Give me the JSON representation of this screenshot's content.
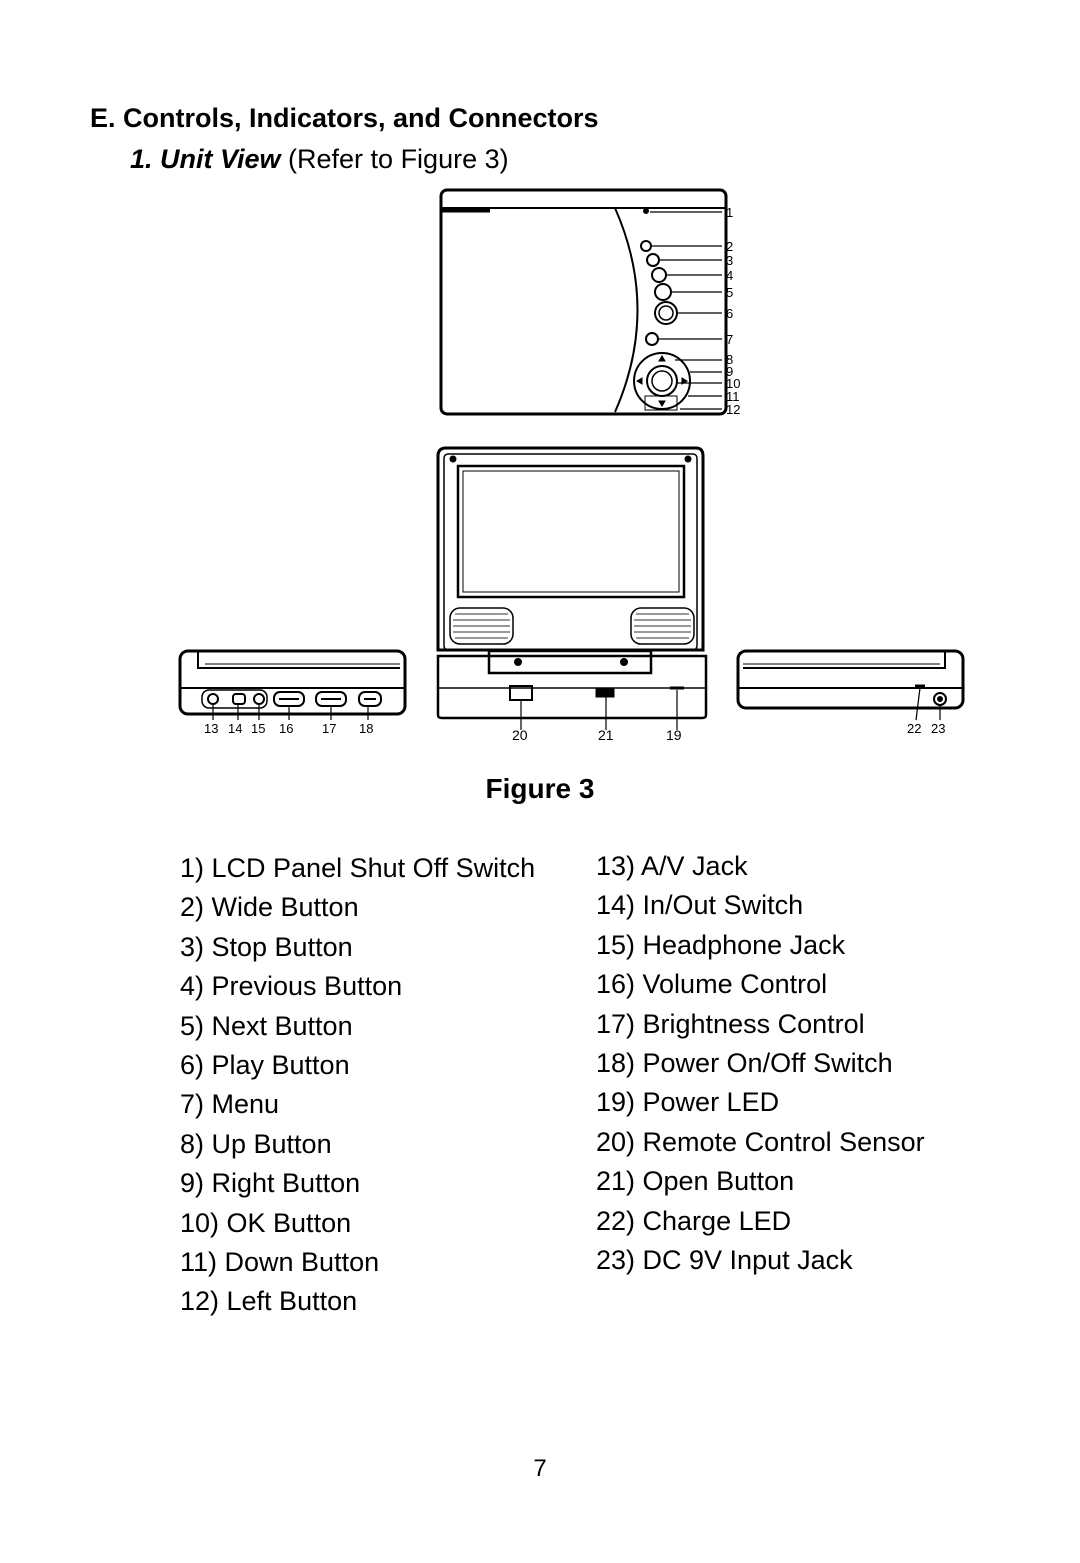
{
  "heading": {
    "section_title": "E. Controls, Indicators, and Connectors",
    "subtitle_emphasis": "1. Unit View",
    "subtitle_rest": " (Refer to Figure 3)"
  },
  "figure": {
    "caption": "Figure 3",
    "callouts_top": [
      "1",
      "2",
      "3",
      "4",
      "5",
      "6",
      "7",
      "8",
      "9",
      "10",
      "11",
      "12"
    ],
    "callouts_left_side": [
      "13",
      "14",
      "15",
      "16",
      "17",
      "18"
    ],
    "callouts_front": [
      "20",
      "21",
      "19"
    ],
    "callouts_right_side": [
      "22",
      "23"
    ]
  },
  "legend_left": [
    "1) LCD Panel Shut Off Switch",
    "2) Wide Button",
    "3) Stop Button",
    "4) Previous Button",
    "5) Next Button",
    "6) Play Button",
    "7) Menu",
    "8) Up Button",
    "9) Right Button",
    "10) OK Button",
    "11) Down Button",
    "12) Left Button"
  ],
  "legend_right": [
    "13) A/V Jack",
    "14) In/Out Switch",
    "15) Headphone Jack",
    "16) Volume Control",
    "17) Brightness Control",
    "18) Power On/Off Switch",
    "19) Power LED",
    "20) Remote Control Sensor",
    "21) Open Button",
    "22) Charge LED",
    "23) DC 9V Input Jack"
  ],
  "page_number": "7"
}
